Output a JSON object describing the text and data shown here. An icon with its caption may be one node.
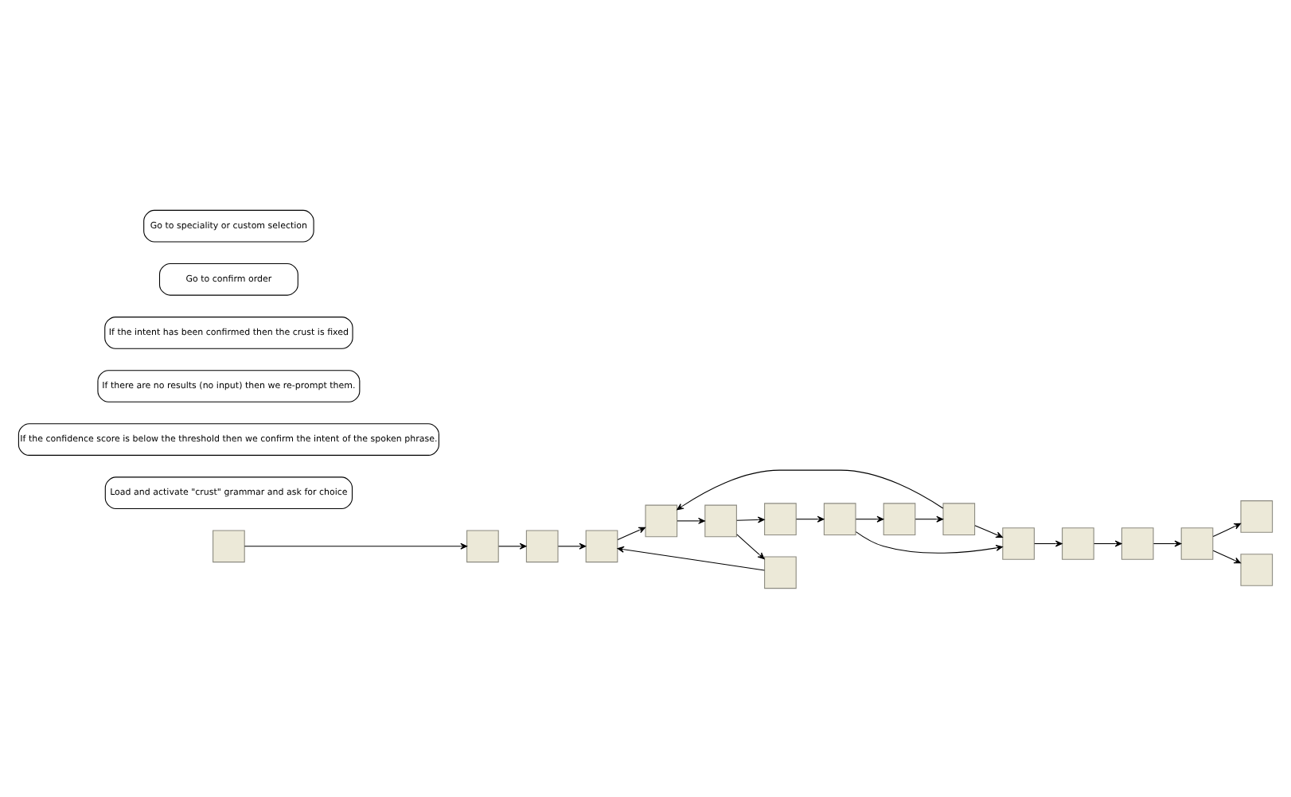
{
  "diagram": {
    "nodes": [
      {
        "text": [],
        "shape": "box"
      },
      {
        "text": [],
        "shape": "box"
      },
      {
        "text": [],
        "shape": "box"
      },
      {
        "text": [],
        "shape": "box"
      },
      {
        "text": [],
        "shape": "box"
      },
      {
        "text": [],
        "shape": "box"
      },
      {
        "text": [],
        "shape": "box"
      },
      {
        "text": [],
        "shape": "box"
      },
      {
        "text": [],
        "shape": "box"
      },
      {
        "text": [],
        "shape": "box"
      },
      {
        "text": [],
        "shape": "box"
      },
      {
        "text": [],
        "shape": "box"
      },
      {
        "text": [],
        "shape": "box"
      },
      {
        "text": [],
        "shape": "box"
      },
      {
        "text": [],
        "shape": "box"
      },
      {
        "text": [],
        "shape": "box"
      },
      {
        "text": [],
        "shape": "box"
      },
      {
        "text": [
          "Load and activate \"crust\" grammar and ask for choice"
        ]
      },
      {
        "text": [
          "If the confidence score is below the threshold then we confirm the intent of the spoken phrase."
        ]
      },
      {
        "text": [
          "If there are no results (no input) then we re-prompt them."
        ]
      },
      {
        "text": [
          "If the intent has been confirmed then the crust is fixed"
        ]
      },
      {
        "text": [
          "Go to confirm order"
        ]
      },
      {
        "text": [
          "Go to speciality or custom selection"
        ]
      }
    ],
    "edges": [
      {
        "from": 0,
        "to": 1,
        "arrow": "to"
      },
      {
        "from": 1,
        "to": 2,
        "arrow": "to"
      },
      {
        "from": 2,
        "to": 3,
        "arrow": "to"
      },
      {
        "from": 3,
        "to": 4,
        "arrow": "to"
      },
      {
        "from": 4,
        "to": 5,
        "arrow": "to"
      },
      {
        "from": 5,
        "to": 6,
        "arrow": "to"
      },
      {
        "from": 6,
        "to": 3,
        "arrow": "to"
      },
      {
        "from": 5,
        "to": 7,
        "arrow": "to"
      },
      {
        "from": 7,
        "to": 8,
        "arrow": "to"
      },
      {
        "from": 8,
        "to": 9,
        "arrow": "to"
      },
      {
        "from": 9,
        "to": 10,
        "arrow": "to"
      },
      {
        "from": 10,
        "to": 4,
        "arrow": "to"
      },
      {
        "from": 8,
        "to": 11,
        "arrow": "to"
      },
      {
        "from": 10,
        "to": 11,
        "arrow": "to"
      },
      {
        "from": 11,
        "to": 12,
        "arrow": "to"
      },
      {
        "from": 12,
        "to": 13,
        "arrow": "to"
      },
      {
        "from": 13,
        "to": 14,
        "arrow": "to"
      },
      {
        "from": 14,
        "to": 15,
        "arrow": "to"
      },
      {
        "from": 14,
        "to": 16,
        "arrow": "to"
      }
    ]
  }
}
